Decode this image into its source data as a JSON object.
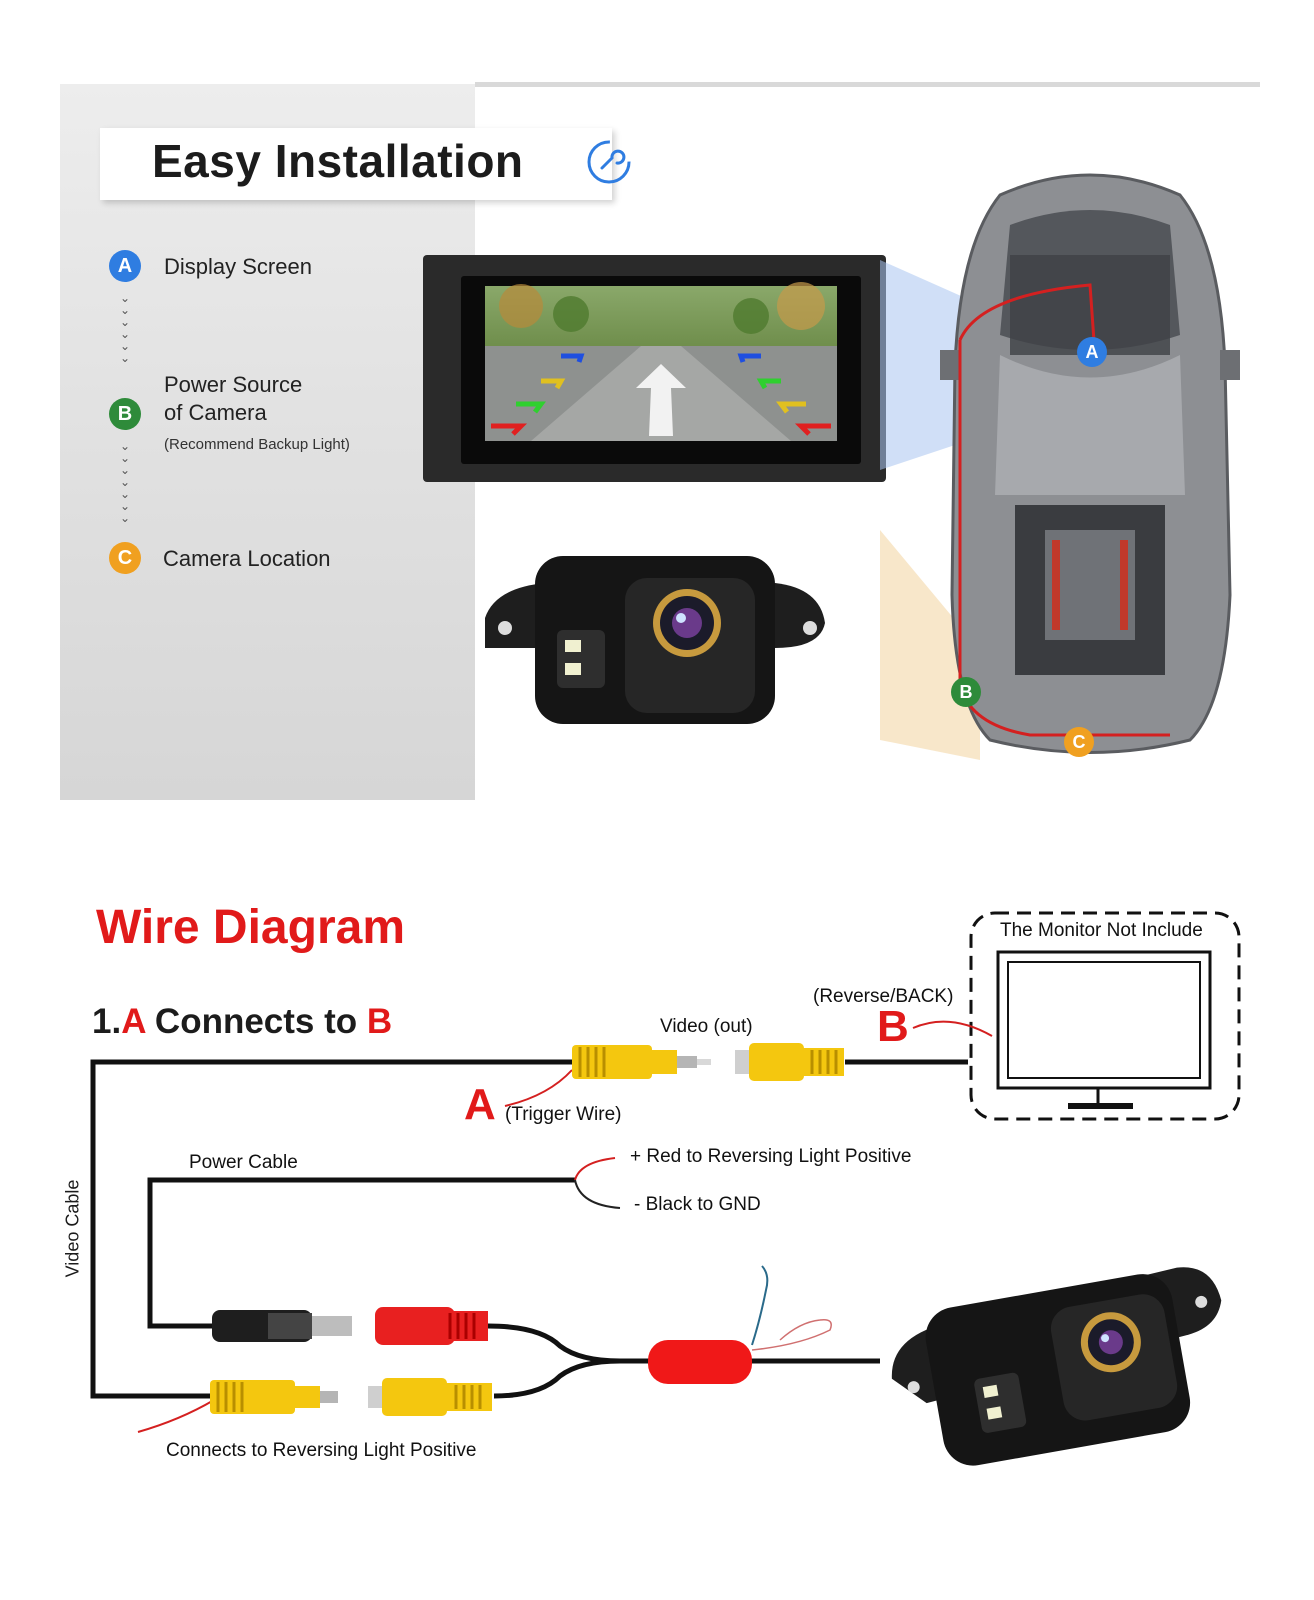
{
  "install": {
    "title": "Easy Installation",
    "steps": [
      {
        "letter": "A",
        "text": "Display Screen",
        "color": "#2f7de1"
      },
      {
        "letter": "B",
        "line1": "Power Source",
        "line2": "of Camera",
        "note": "(Recommend Backup Light)",
        "color": "#2e8b3a"
      },
      {
        "letter": "C",
        "text": "Camera Location",
        "color": "#f0a020"
      }
    ],
    "car_markers": [
      "A",
      "B",
      "C"
    ]
  },
  "wire": {
    "title": "Wire Diagram",
    "subtitle_prefix": "1.",
    "subtitle_a": "A",
    "subtitle_mid": " Connects to ",
    "subtitle_b": "B",
    "monitor_label": "The Monitor Not Include",
    "reverse_label": "(Reverse/BACK)",
    "marker_b": "B",
    "video_out": "Video (out)",
    "marker_a": "A",
    "trigger": "(Trigger Wire)",
    "video_cable": "Video Cable",
    "power_cable": "Power Cable",
    "red_positive": "+ Red to Reversing Light Positive",
    "black_gnd": "- Black to GND",
    "connects_reversing": "Connects to Reversing Light Positive"
  },
  "colors": {
    "accent_red": "#e11a1a",
    "connector_yellow": "#f4c70f",
    "connector_red": "#e82020",
    "blue": "#2f7de1",
    "green": "#2e8b3a",
    "orange": "#f0a020"
  }
}
